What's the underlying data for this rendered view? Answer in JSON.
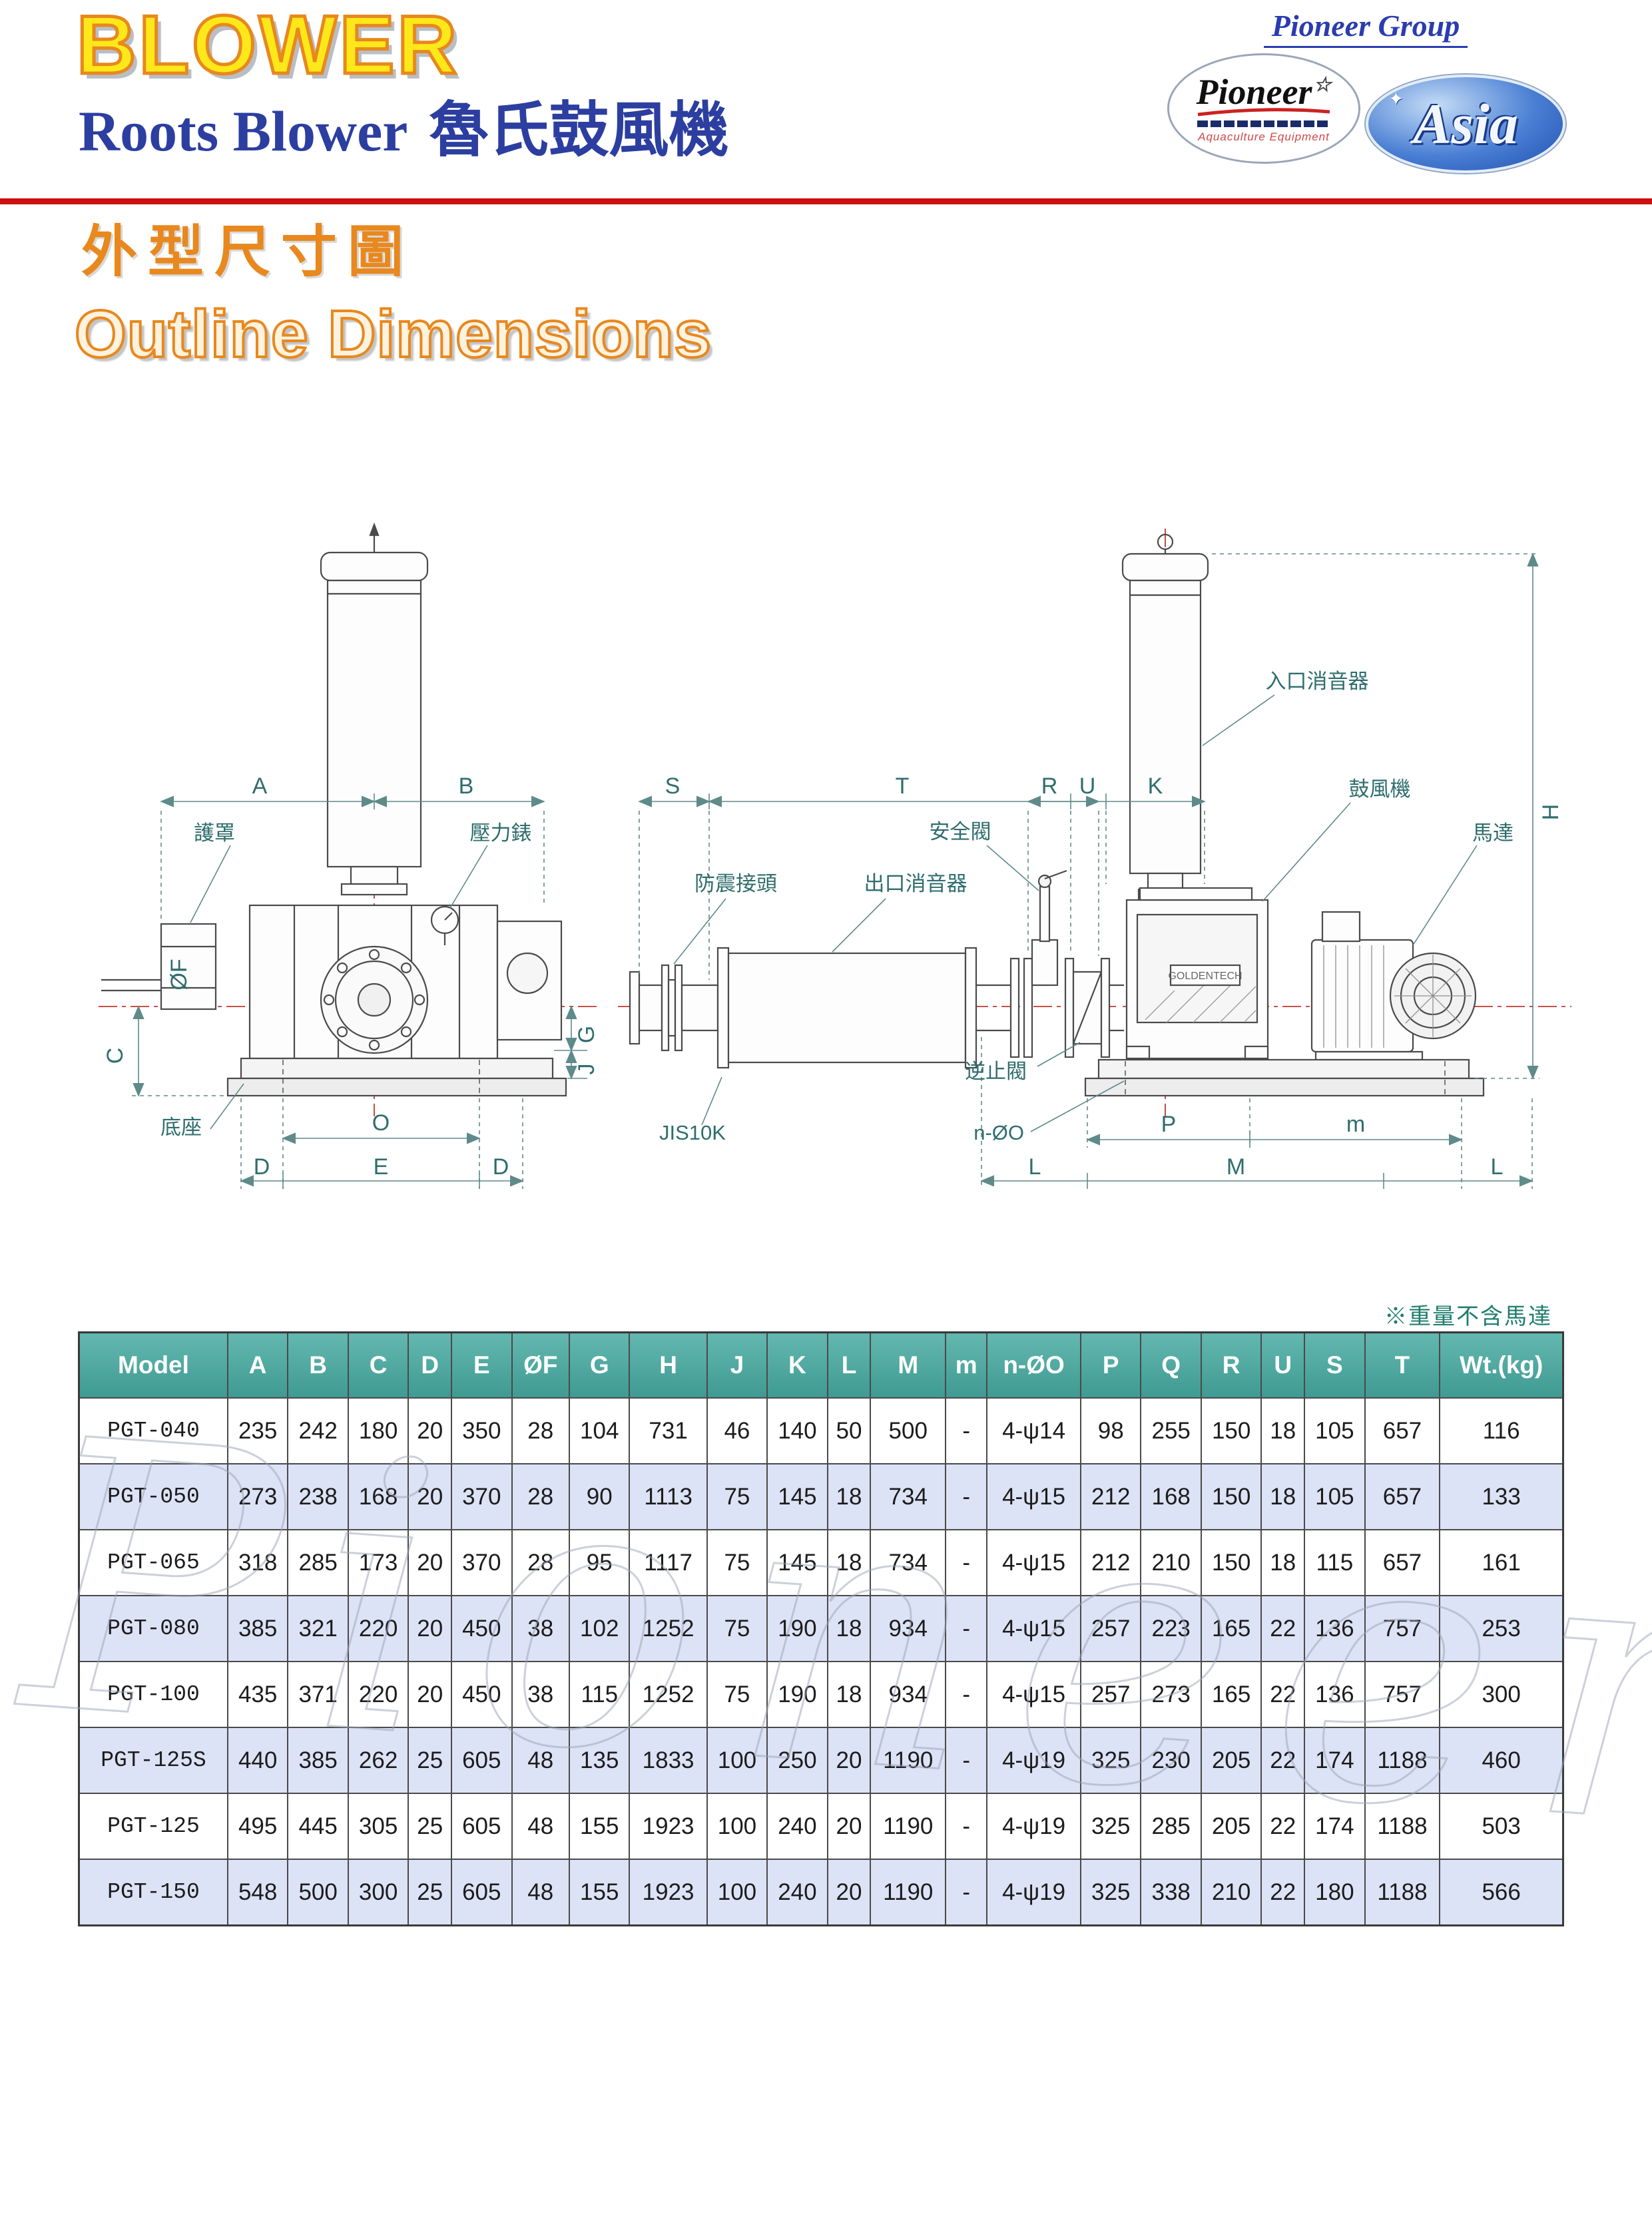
{
  "header": {
    "title": "BLOWER",
    "subtitle_en": "Roots Blower",
    "subtitle_zh": "魯氏鼓風機",
    "brand": {
      "group_name": "Pioneer Group",
      "pioneer_logo_text": "Pioneer",
      "pioneer_logo_star": "☆",
      "pioneer_logo_subtext": "Aquaculture Equipment",
      "asia_logo_text": "Asia",
      "asia_sparkle": "✦"
    }
  },
  "section": {
    "title_zh": "外型尺寸圖",
    "title_en": "Outline Dimensions"
  },
  "diagram": {
    "annotations": {
      "guard": "護罩",
      "pressure_gauge": "壓力錶",
      "base": "底座",
      "vibration_joint": "防震接頭",
      "outlet_silencer": "出口消音器",
      "safety_valve": "安全閥",
      "check_valve": "逆止閥",
      "inlet_silencer": "入口消音器",
      "blower": "鼓風機",
      "motor": "馬達",
      "flange_standard": "JIS10K",
      "bolt_holes": "n-ØO",
      "brand_plate": "GOLDENTECH"
    },
    "dimensions": {
      "A": "A",
      "B": "B",
      "C": "C",
      "D": "D",
      "E": "E",
      "OF": "ØF",
      "G": "G",
      "J": "J",
      "O": "O",
      "S": "S",
      "T": "T",
      "R": "R",
      "U": "U",
      "K": "K",
      "H": "H",
      "P": "P",
      "m": "m",
      "L": "L",
      "M": "M"
    }
  },
  "note": "※重量不含馬達",
  "watermark": "Pioneer",
  "table": {
    "headers": [
      "Model",
      "A",
      "B",
      "C",
      "D",
      "E",
      "ØF",
      "G",
      "H",
      "J",
      "K",
      "L",
      "M",
      "m",
      "n-ØO",
      "P",
      "Q",
      "R",
      "U",
      "S",
      "T",
      "Wt.(kg)"
    ],
    "rows": [
      [
        "PGT-040",
        "235",
        "242",
        "180",
        "20",
        "350",
        "28",
        "104",
        "731",
        "46",
        "140",
        "50",
        "500",
        "-",
        "4-ψ14",
        "98",
        "255",
        "150",
        "18",
        "105",
        "657",
        "116"
      ],
      [
        "PGT-050",
        "273",
        "238",
        "168",
        "20",
        "370",
        "28",
        "90",
        "1113",
        "75",
        "145",
        "18",
        "734",
        "-",
        "4-ψ15",
        "212",
        "168",
        "150",
        "18",
        "105",
        "657",
        "133"
      ],
      [
        "PGT-065",
        "318",
        "285",
        "173",
        "20",
        "370",
        "28",
        "95",
        "1117",
        "75",
        "145",
        "18",
        "734",
        "-",
        "4-ψ15",
        "212",
        "210",
        "150",
        "18",
        "115",
        "657",
        "161"
      ],
      [
        "PGT-080",
        "385",
        "321",
        "220",
        "20",
        "450",
        "38",
        "102",
        "1252",
        "75",
        "190",
        "18",
        "934",
        "-",
        "4-ψ15",
        "257",
        "223",
        "165",
        "22",
        "136",
        "757",
        "253"
      ],
      [
        "PGT-100",
        "435",
        "371",
        "220",
        "20",
        "450",
        "38",
        "115",
        "1252",
        "75",
        "190",
        "18",
        "934",
        "-",
        "4-ψ15",
        "257",
        "273",
        "165",
        "22",
        "136",
        "757",
        "300"
      ],
      [
        "PGT-125S",
        "440",
        "385",
        "262",
        "25",
        "605",
        "48",
        "135",
        "1833",
        "100",
        "250",
        "20",
        "1190",
        "-",
        "4-ψ19",
        "325",
        "230",
        "205",
        "22",
        "174",
        "1188",
        "460"
      ],
      [
        "PGT-125",
        "495",
        "445",
        "305",
        "25",
        "605",
        "48",
        "155",
        "1923",
        "100",
        "240",
        "20",
        "1190",
        "-",
        "4-ψ19",
        "325",
        "285",
        "205",
        "22",
        "174",
        "1188",
        "503"
      ],
      [
        "PGT-150",
        "548",
        "500",
        "300",
        "25",
        "605",
        "48",
        "155",
        "1923",
        "100",
        "240",
        "20",
        "1190",
        "-",
        "4-ψ19",
        "325",
        "338",
        "210",
        "22",
        "180",
        "1188",
        "566"
      ]
    ]
  }
}
